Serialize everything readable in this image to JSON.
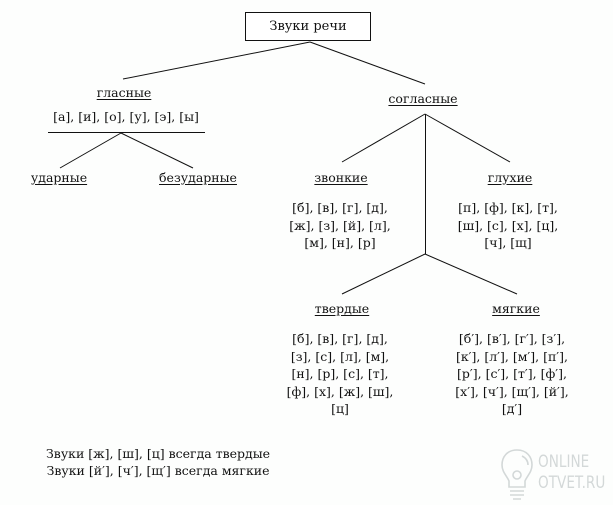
{
  "root": {
    "label": "Звуки речи"
  },
  "vowels": {
    "label": "гласные",
    "list": "[а], [и], [о], [у], [э], [ы]",
    "children": [
      {
        "label": "ударные"
      },
      {
        "label": "безударные"
      }
    ]
  },
  "consonants": {
    "label": "согласные",
    "voiced": {
      "label": "звонкие",
      "lines": [
        "[б], [в], [г], [д],",
        "[ж], [з], [й], [л],",
        "[м], [н], [р]"
      ]
    },
    "voiceless": {
      "label": "глухие",
      "lines": [
        "[п], [ф], [к], [т],",
        "[ш], [с], [х], [ц],",
        "[ч], [щ]"
      ]
    },
    "hard": {
      "label": "твердые",
      "lines": [
        "[б], [в], [г], [д],",
        "[з], [с], [л], [м],",
        "[н], [р], [с], [т],",
        "[ф], [х], [ж], [ш],",
        "[ц]"
      ]
    },
    "soft": {
      "label": "мягкие",
      "lines": [
        "[б′], [в′], [г′], [з′],",
        "[к′], [л′], [м′], [п′],",
        "[р′], [с′], [т′], [ф′],",
        "[х′], [ч′], [щ′], [й′],",
        "[д′]"
      ]
    }
  },
  "notes": [
    "Звуки [ж], [ш], [ц] всегда твердые",
    "Звуки [й′], [ч′], [щ′] всегда мягкие"
  ],
  "watermark": {
    "line1": "ONLINE",
    "line2": "OTVET.RU",
    "icon": "lightbulb-icon"
  },
  "colors": {
    "line": "#111111",
    "text": "#111111",
    "watermark": "#d8dcdc",
    "background": "#fdfefd"
  }
}
